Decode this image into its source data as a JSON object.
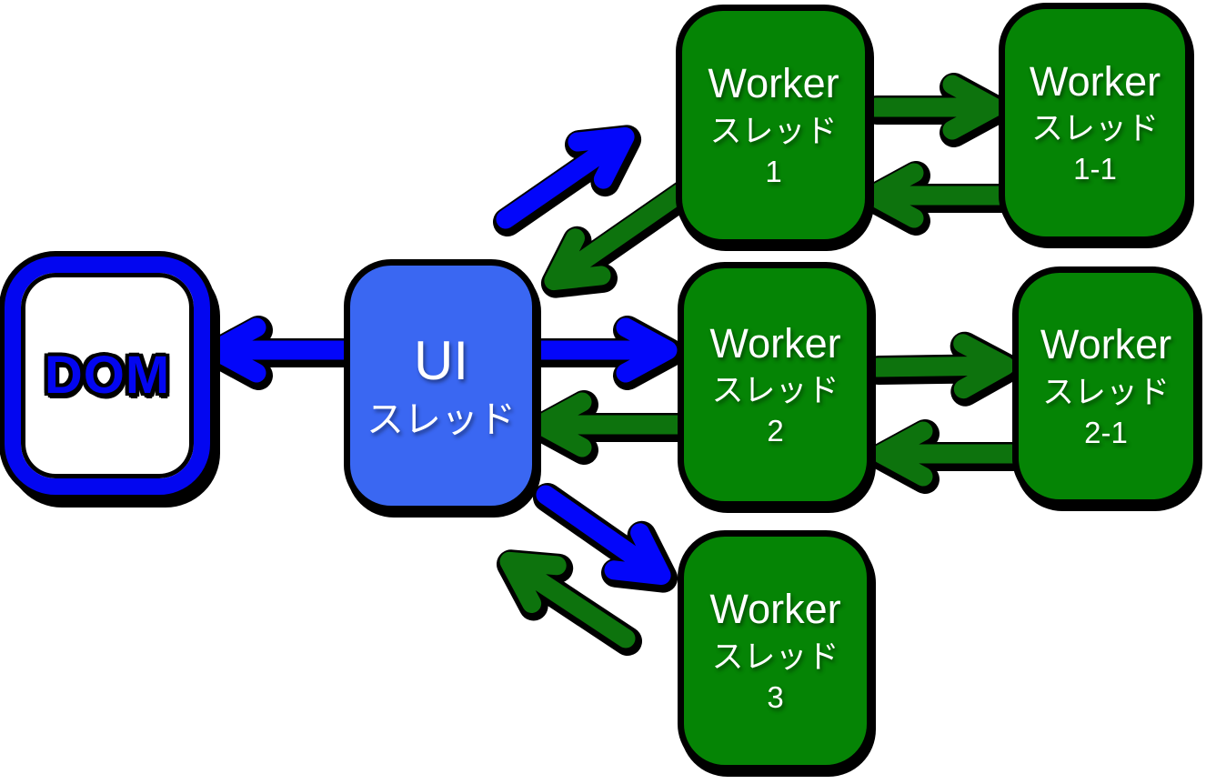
{
  "colors": {
    "background": "#ffffff",
    "blue_arrow": "#0306fa",
    "green_arrow": "#0d730d",
    "ui_fill": "#3a67f2",
    "worker_fill": "#058405",
    "dom_fill": "#ffffff",
    "dom_border": "#0306f0",
    "dom_text": "#0306f0",
    "node_text": "#ffffff",
    "outline": "#000000"
  },
  "nodes": {
    "dom": {
      "label": "DOM"
    },
    "ui": {
      "line1": "UI",
      "line2": "スレッド"
    },
    "worker1": {
      "line1": "Worker",
      "line2": "スレッド",
      "line3": "1"
    },
    "worker1_1": {
      "line1": "Worker",
      "line2": "スレッド",
      "line3": "1-1"
    },
    "worker2": {
      "line1": "Worker",
      "line2": "スレッド",
      "line3": "2"
    },
    "worker2_1": {
      "line1": "Worker",
      "line2": "スレッド",
      "line3": "2-1"
    },
    "worker3": {
      "line1": "Worker",
      "line2": "スレッド",
      "line3": "3"
    }
  },
  "edges": [
    {
      "id": "ui-to-dom",
      "from": "ui",
      "to": "dom",
      "color": "blue"
    },
    {
      "id": "ui-to-worker1",
      "from": "ui",
      "to": "worker1",
      "color": "blue"
    },
    {
      "id": "worker1-to-ui",
      "from": "worker1",
      "to": "ui",
      "color": "green"
    },
    {
      "id": "ui-to-worker2",
      "from": "ui",
      "to": "worker2",
      "color": "blue"
    },
    {
      "id": "worker2-to-ui",
      "from": "worker2",
      "to": "ui",
      "color": "green"
    },
    {
      "id": "ui-to-worker3",
      "from": "ui",
      "to": "worker3",
      "color": "blue"
    },
    {
      "id": "worker3-to-ui",
      "from": "worker3",
      "to": "ui",
      "color": "green"
    },
    {
      "id": "worker1-to-worker1_1",
      "from": "worker1",
      "to": "worker1_1",
      "color": "green"
    },
    {
      "id": "worker1_1-to-worker1",
      "from": "worker1_1",
      "to": "worker1",
      "color": "green"
    },
    {
      "id": "worker2-to-worker2_1",
      "from": "worker2",
      "to": "worker2_1",
      "color": "green"
    },
    {
      "id": "worker2_1-to-worker2",
      "from": "worker2_1",
      "to": "worker2",
      "color": "green"
    }
  ]
}
